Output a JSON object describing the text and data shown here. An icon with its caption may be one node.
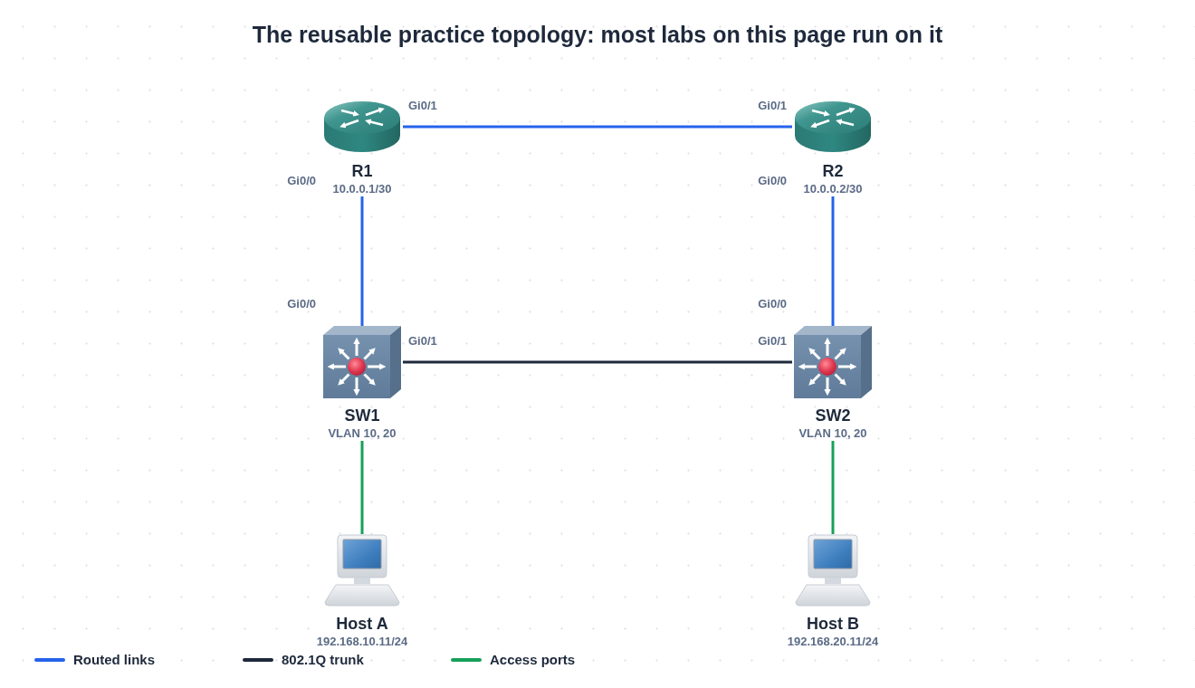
{
  "diagram": {
    "title": "The reusable practice topology: most labs on this page run on it",
    "nodes": [
      {
        "text": [
          "R1",
          "10.0.0.1/30"
        ]
      },
      {
        "text": [
          "R2",
          "10.0.0.2/30"
        ]
      },
      {
        "text": [
          "SW1",
          "VLAN 10, 20"
        ]
      },
      {
        "text": [
          "SW2",
          "VLAN 10, 20"
        ]
      },
      {
        "text": [
          "Host A",
          "192.168.10.11/24"
        ]
      },
      {
        "text": [
          "Host B",
          "192.168.20.11/24"
        ]
      }
    ],
    "edges": [
      {
        "from": 0,
        "to": 1,
        "arrow": "none"
      },
      {
        "from": 0,
        "to": 2,
        "arrow": "none"
      },
      {
        "from": 1,
        "to": 3,
        "arrow": "none"
      },
      {
        "from": 2,
        "to": 3,
        "arrow": "none",
        "color": "#1e293b"
      },
      {
        "from": 2,
        "to": 4,
        "arrow": "none",
        "color": "#16a05a"
      },
      {
        "from": 3,
        "to": 5,
        "arrow": "none",
        "color": "#16a05a"
      }
    ],
    "labels": [
      "Gi0/1",
      "Gi0/1",
      "Gi0/0",
      "Gi0/0",
      "Gi0/0",
      "Gi0/0",
      "Gi0/1",
      "Gi0/1"
    ],
    "legend": [
      {
        "text": "Routed links"
      },
      {
        "text": "802.1Q trunk"
      },
      {
        "text": "Access ports"
      }
    ]
  }
}
